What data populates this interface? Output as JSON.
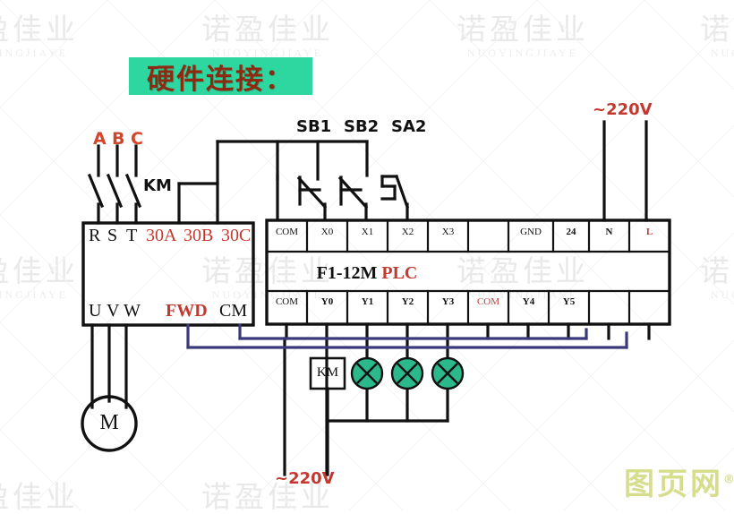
{
  "title_banner": {
    "text": "硬件连接："
  },
  "watermark": {
    "cn": "诺盈佳业",
    "en": "NUOYINGJIAYE"
  },
  "logo": {
    "text": "图页网",
    "mark": "®"
  },
  "power": {
    "top_supply_label": "~220V",
    "bottom_supply_label": "~220V",
    "phases": "A B C",
    "phase_a": "A",
    "phase_b": "B",
    "phase_c": "C",
    "contactor_label": "KM"
  },
  "switches": [
    {
      "name": "SB1",
      "type": "normally-open-pushbutton"
    },
    {
      "name": "SB2",
      "type": "normally-open-pushbutton"
    },
    {
      "name": "SA2",
      "type": "selector-switch"
    }
  ],
  "inverter": {
    "top_terminals": [
      {
        "label": "R",
        "color": "black"
      },
      {
        "label": "S",
        "color": "black"
      },
      {
        "label": "T",
        "color": "black"
      },
      {
        "label": "30A",
        "color": "red"
      },
      {
        "label": "30B",
        "color": "red"
      },
      {
        "label": "30C",
        "color": "red"
      }
    ],
    "bottom_terminals": [
      {
        "label": "U",
        "color": "black"
      },
      {
        "label": "V",
        "color": "black"
      },
      {
        "label": "W",
        "color": "black"
      },
      {
        "label": "FWD",
        "color": "red"
      },
      {
        "label": "CM",
        "color": "black"
      }
    ]
  },
  "plc": {
    "model": "F1-12M",
    "suffix": "PLC",
    "input_row": [
      {
        "label": "COM",
        "color": "black",
        "bold": false
      },
      {
        "label": "X0",
        "color": "black",
        "bold": false
      },
      {
        "label": "X1",
        "color": "black",
        "bold": false
      },
      {
        "label": "X2",
        "color": "black",
        "bold": false
      },
      {
        "label": "X3",
        "color": "black",
        "bold": false
      },
      {
        "label": "",
        "color": "black",
        "bold": false
      },
      {
        "label": "GND",
        "color": "black",
        "bold": false
      },
      {
        "label": "24",
        "color": "black",
        "bold": true
      },
      {
        "label": "N",
        "color": "black",
        "bold": true
      },
      {
        "label": "L",
        "color": "red",
        "bold": true
      }
    ],
    "output_row": [
      {
        "label": "COM",
        "color": "black",
        "bold": false
      },
      {
        "label": "Y0",
        "color": "black",
        "bold": true
      },
      {
        "label": "Y1",
        "color": "black",
        "bold": true
      },
      {
        "label": "Y2",
        "color": "black",
        "bold": true
      },
      {
        "label": "Y3",
        "color": "black",
        "bold": true
      },
      {
        "label": "COM",
        "color": "red",
        "bold": false
      },
      {
        "label": "Y4",
        "color": "black",
        "bold": true
      },
      {
        "label": "Y5",
        "color": "black",
        "bold": true
      },
      {
        "label": "",
        "color": "black",
        "bold": false
      },
      {
        "label": "",
        "color": "black",
        "bold": false
      }
    ]
  },
  "loads": {
    "coil_label": "KM",
    "lamp_count": 3,
    "lamp_color": "#2bb98c",
    "motor_label": "M"
  },
  "colors": {
    "banner_green": "#2ed6a0",
    "title_red": "#8f2a12",
    "label_red": "#c3392f",
    "wire_black": "#111111",
    "wire_blue": "#3a3a7a",
    "lamp_green": "#2bb98c",
    "logo_green": "#d6de8e"
  }
}
